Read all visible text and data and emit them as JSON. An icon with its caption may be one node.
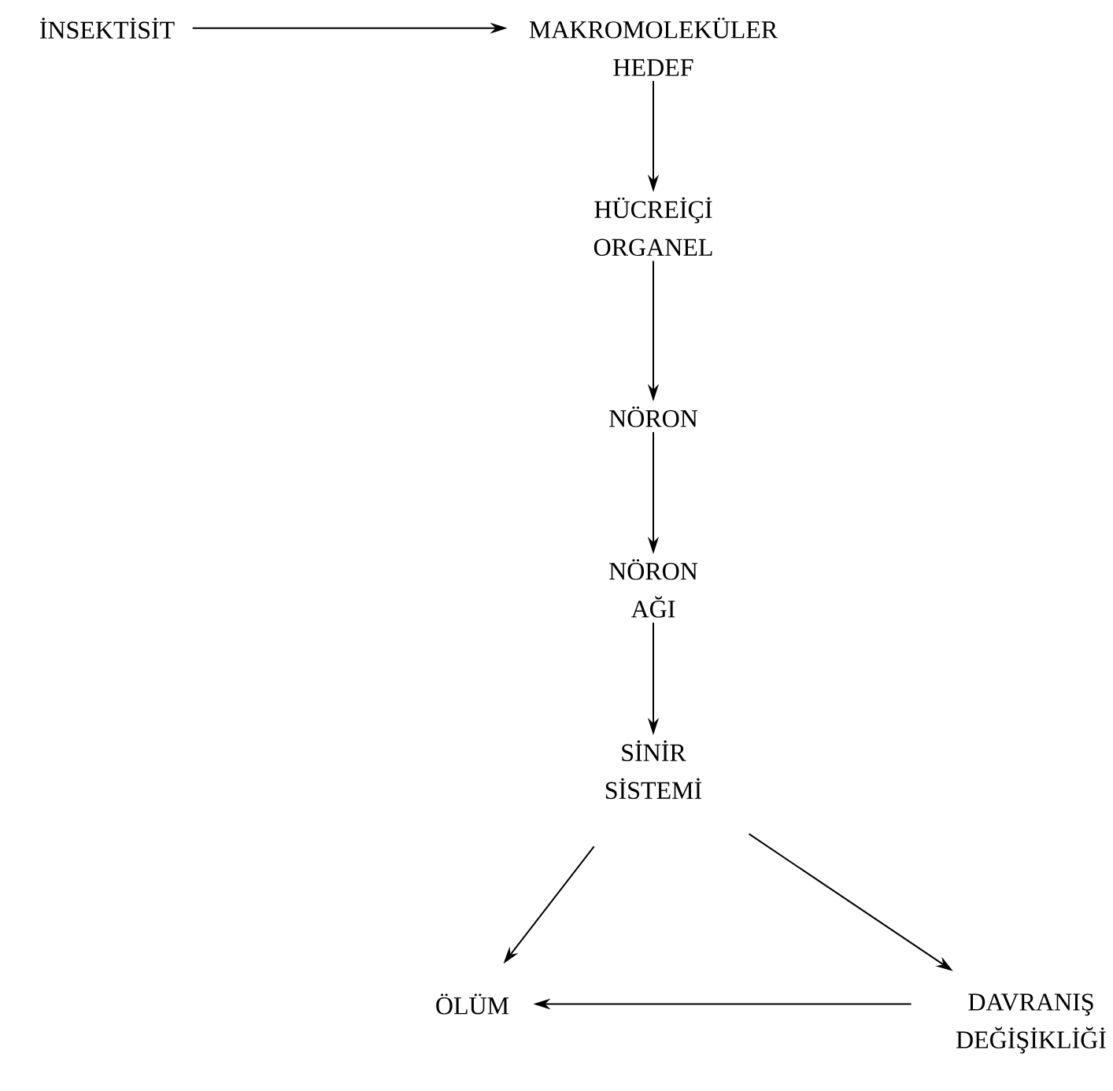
{
  "diagram": {
    "nodes": [
      {
        "text": [
          "İNSEKTİSİT"
        ]
      },
      {
        "text": [
          "MAKROMOLEKÜLER HEDEF"
        ]
      },
      {
        "text": [
          "HÜCREİÇİ ORGANEL"
        ]
      },
      {
        "text": [
          "NÖRON"
        ]
      },
      {
        "text": [
          "NÖRON AĞI"
        ]
      },
      {
        "text": [
          "SİNİR SİSTEMİ"
        ]
      },
      {
        "text": [
          "ÖLÜM"
        ]
      },
      {
        "text": [
          "DAVRANIŞ DEĞİŞİKLİĞİ"
        ]
      }
    ],
    "edges": [
      {
        "from": 0,
        "to": 1,
        "arrow": "to"
      },
      {
        "from": 1,
        "to": 2,
        "arrow": "to"
      },
      {
        "from": 2,
        "to": 3,
        "arrow": "to"
      },
      {
        "from": 3,
        "to": 4,
        "arrow": "to"
      },
      {
        "from": 4,
        "to": 5,
        "arrow": "to"
      },
      {
        "from": 5,
        "to": 6,
        "arrow": "to"
      },
      {
        "from": 5,
        "to": 7,
        "arrow": "to"
      },
      {
        "from": 7,
        "to": 6,
        "arrow": "to"
      }
    ]
  }
}
